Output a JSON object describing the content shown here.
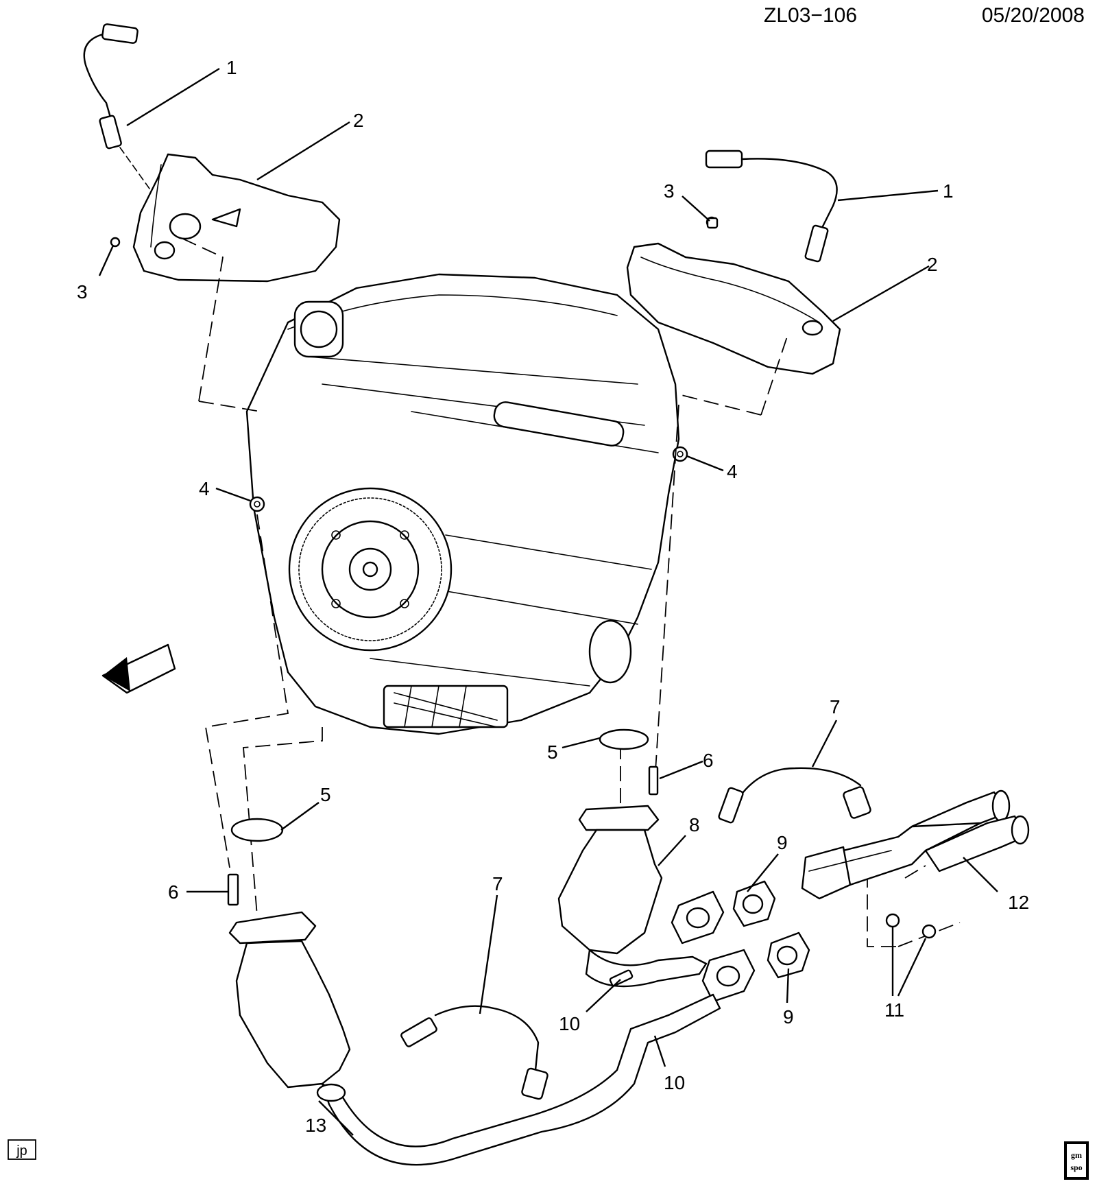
{
  "header": {
    "diagram_code": "ZL03−106",
    "date": "05/20/2008"
  },
  "footer": {
    "artist_initials": "jp",
    "logo_text": "gm spo"
  },
  "callouts": [
    {
      "id": "c1a",
      "label": "1"
    },
    {
      "id": "c2a",
      "label": "2"
    },
    {
      "id": "c3a",
      "label": "3"
    },
    {
      "id": "c3b",
      "label": "3"
    },
    {
      "id": "c1b",
      "label": "1"
    },
    {
      "id": "c2b",
      "label": "2"
    },
    {
      "id": "c4a",
      "label": "4"
    },
    {
      "id": "c4b",
      "label": "4"
    },
    {
      "id": "c5a",
      "label": "5"
    },
    {
      "id": "c5b",
      "label": "5"
    },
    {
      "id": "c6a",
      "label": "6"
    },
    {
      "id": "c6b",
      "label": "6"
    },
    {
      "id": "c7a",
      "label": "7"
    },
    {
      "id": "c7b",
      "label": "7"
    },
    {
      "id": "c8",
      "label": "8"
    },
    {
      "id": "c9a",
      "label": "9"
    },
    {
      "id": "c9b",
      "label": "9"
    },
    {
      "id": "c10a",
      "label": "10"
    },
    {
      "id": "c10b",
      "label": "10"
    },
    {
      "id": "c11",
      "label": "11"
    },
    {
      "id": "c12",
      "label": "12"
    },
    {
      "id": "c13",
      "label": "13"
    }
  ]
}
